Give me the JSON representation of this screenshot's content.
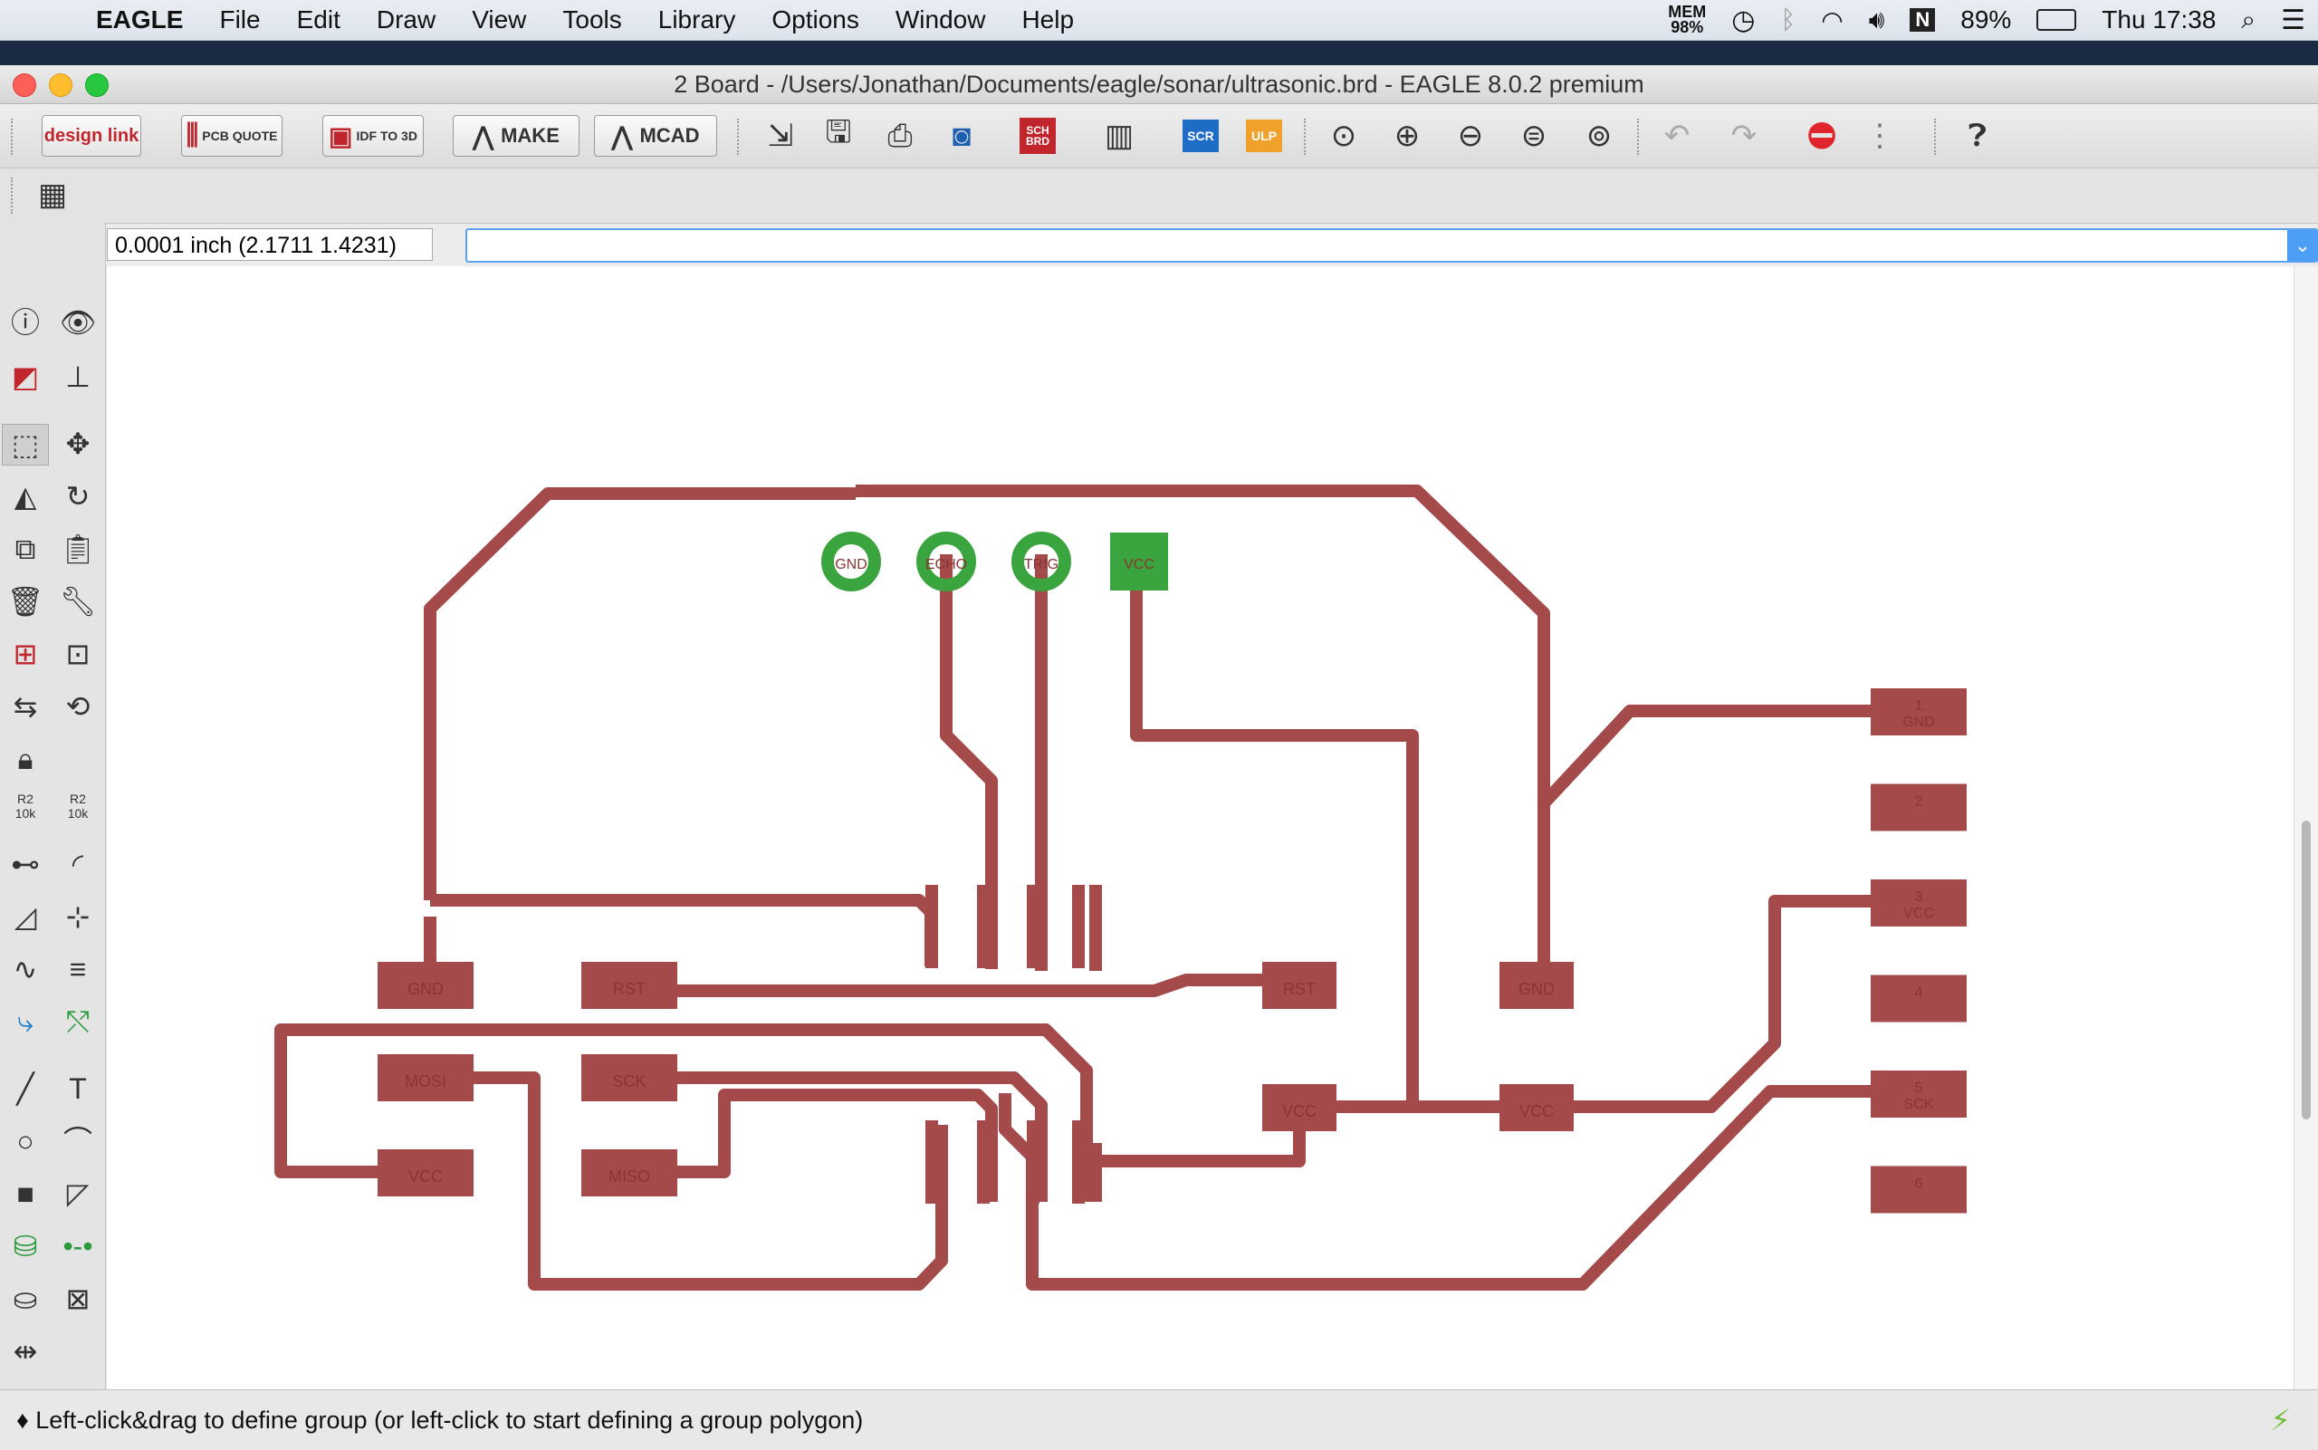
{
  "menubar": {
    "app_name": "EAGLE",
    "items": [
      "File",
      "Edit",
      "Draw",
      "View",
      "Tools",
      "Library",
      "Options",
      "Window",
      "Help"
    ],
    "mem_label": "MEM",
    "mem_value": "98%",
    "battery": "89%",
    "clock": "Thu 17:38"
  },
  "window": {
    "title": "2 Board - /Users/Jonathan/Documents/eagle/sonar/ultrasonic.brd - EAGLE 8.0.2 premium"
  },
  "toolbar": {
    "design_link": "design link",
    "pcb_quote": "PCB QUOTE",
    "idf_to_3d": "IDF TO 3D",
    "make": "MAKE",
    "mcad": "MCAD",
    "sch_brd": "SCH BRD",
    "scr": "SCR",
    "ulp": "ULP"
  },
  "coordinates": "0.0001 inch (2.1711 1.4231)",
  "command_value": "",
  "status": "♦ Left-click&drag to define group (or left-click to start defining a group polygon)",
  "colors": {
    "trace": "#a44a4a",
    "via": "#3aa53f",
    "canvas": "#ffffff"
  },
  "board": {
    "header_pins": [
      "GND",
      "ECHO",
      "TRIG",
      "VCC"
    ],
    "connector_pins": [
      {
        "num": "1",
        "label": "GND"
      },
      {
        "num": "2",
        "label": ""
      },
      {
        "num": "3",
        "label": "VCC"
      },
      {
        "num": "4",
        "label": ""
      },
      {
        "num": "5",
        "label": "SCK"
      },
      {
        "num": "6",
        "label": ""
      }
    ],
    "isp_pads": [
      "GND",
      "RST",
      "MOSI",
      "SCK",
      "VCC",
      "MISO"
    ],
    "mid_pads": [
      "RST",
      "VCC"
    ],
    "right_pads": [
      "GND",
      "VCC"
    ]
  }
}
